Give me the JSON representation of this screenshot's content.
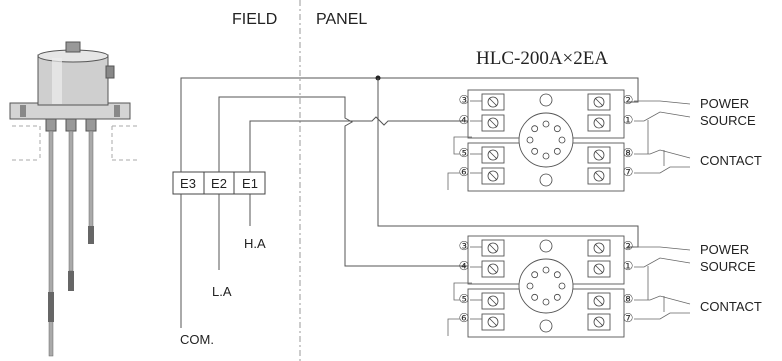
{
  "header": {
    "field_label": "FIELD",
    "panel_label": "PANEL"
  },
  "relay_title": "HLC-200A×2EA",
  "electrodes": {
    "e3": "E3",
    "e2": "E2",
    "e1": "E1",
    "ha": "H.A",
    "la": "L.A",
    "com": "COM."
  },
  "relay_terminals": [
    "③",
    "④",
    "⑤",
    "⑥",
    "②",
    "①",
    "⑧",
    "⑦"
  ],
  "relay1": {
    "power": "POWER",
    "source": "SOURCE",
    "contact": "CONTACT"
  },
  "relay2": {
    "power": "POWER",
    "source": "SOURCE",
    "contact": "CONTACT"
  }
}
